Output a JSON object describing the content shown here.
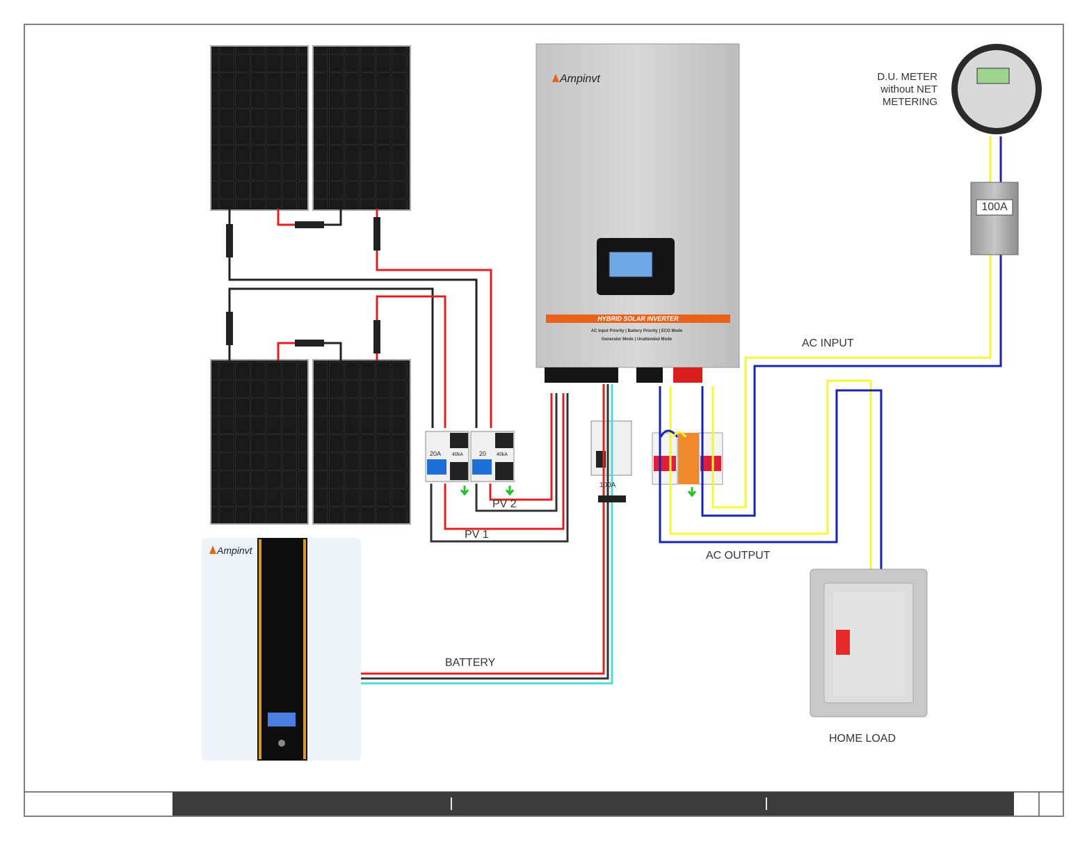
{
  "inverter": {
    "brand": "Ampinvt",
    "band_label": "HYBRID SOLAR INVERTER",
    "modes_line1": "AC Input Priority  |  Battery Priority  |  ECO Mode",
    "modes_line2": "Generator Mode  |  Unattended Mode"
  },
  "battery_unit": {
    "brand": "Ampinvt"
  },
  "meter": {
    "label_lines": [
      "D.U. METER",
      "without NET",
      "METERING"
    ]
  },
  "main_breaker": {
    "rating": "100A"
  },
  "pv_breakers": {
    "string1_dc": "20A",
    "string1_spd": "40kA",
    "string2_dc": "20",
    "string2_spd": "40kA"
  },
  "battery_breaker": {
    "rating": "100A"
  },
  "labels": {
    "pv1": "PV 1",
    "pv2": "PV 2",
    "ac_input": "AC INPUT",
    "ac_output": "AC OUTPUT",
    "battery": "BATTERY",
    "home_load": "HOME LOAD"
  },
  "colors": {
    "positive": "#e02020",
    "negative": "#222222",
    "neutral_blue": "#1a22b0",
    "live_yellow": "#f5f53a",
    "battery_cyan": "#4fd8d8",
    "accent_orange": "#e8621a"
  }
}
